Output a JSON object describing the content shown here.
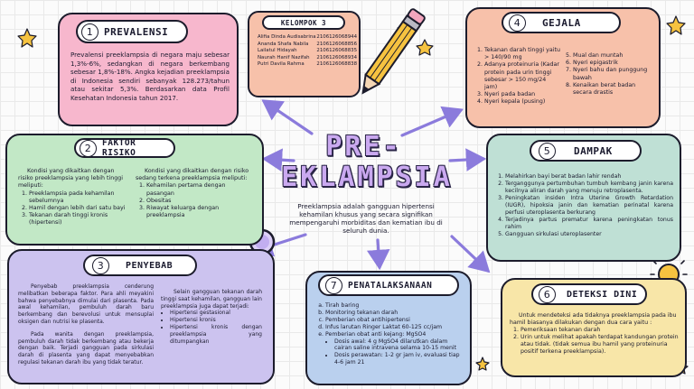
{
  "center": {
    "title1": "PRE-",
    "title2": "EKLAMPSIA",
    "desc": "Preeklampsia adalah gangguan hipertensi kehamilan khusus yang secara signifikan mempengaruhi morbiditas dan kematian ibu di seluruh dunia."
  },
  "prevalensi": {
    "num": "1",
    "title": "PREVALENSI",
    "text": "Prevalensi preeklampsia di negara maju sebesar 1,3%-6%, sedangkan di negara berkembang sebesar 1,8%-18%. Angka kejadian preeklampsia di Indonesia sendiri sebanyak 128.273/tahun atau sekitar 5,3%. Berdasarkan data Profil Kesehatan Indonesia tahun 2017."
  },
  "kelompok": {
    "title": "KELOMPOK 3",
    "members": [
      {
        "name": "Alifia Dinda Audisabrina",
        "nim": "2106126068944"
      },
      {
        "name": "Ananda Shafa Nabila",
        "nim": "2106126068856"
      },
      {
        "name": "Lailatul Hidayah",
        "nim": "2106126068835"
      },
      {
        "name": "Naurah Hanif Nazifah",
        "nim": "2106126068934"
      },
      {
        "name": "Putri Davila Rahma",
        "nim": "2106126068838"
      }
    ]
  },
  "gejala": {
    "num": "4",
    "title": "GEJALA",
    "left": [
      "Tekanan darah tinggi yaitu > 140/90 mg",
      "Adanya proteinuria (Kadar protein pada urin tinggi sebesar > 150 mg/24 jam)",
      "Nyeri pada badan",
      "Nyeri kepala (pusing)"
    ],
    "right": [
      "Mual dan muntah",
      "Nyeri epigastrik",
      "Nyeri bahu dan punggung bawah",
      "Kenaikan berat badan secara drastis"
    ]
  },
  "faktor": {
    "num": "2",
    "title": "FAKTOR RISIKO",
    "left_intro": "Kondisi yang dikaitkan dengan risiko preeklampsia yang lebih tinggi meliputi:",
    "left": [
      "Preeklampsia pada kehamilan sebelumnya",
      "Hamil dengan lebih dari satu bayi",
      "Tekanan darah tinggi kronis (hipertensi)"
    ],
    "right_intro": "Kondisi yang dikaitkan dengan risiko sedang terkena preeklampsia meliputi:",
    "right": [
      "Kehamilan pertama dengan pasangan",
      "Obesitas",
      "Riwayat keluarga dengan preeklampsia"
    ]
  },
  "dampak": {
    "num": "5",
    "title": "DAMPAK",
    "items": [
      "Melahirkan bayi berat badan lahir rendah",
      "Terganggunya pertumbuhan tumbuh kembang janin karena kecilnya aliran darah yang menuju retroplasenta.",
      "Peningkatan insiden Intra Uterine Growth Retardation (IUGR), hipoksia janin dan kematian perinatal karena perfusi uteroplasenta berkurang",
      "Terjadinya partus prematur karena peningkatan tonus rahim",
      "Gangguan sirkulasi uteroplasenter"
    ]
  },
  "penyebab": {
    "num": "3",
    "title": "PENYEBAB",
    "p1": "Penyebab preeklampsia cenderung melibatkan beberapa faktor. Para ahli meyakini bahwa penyebabnya dimulai dari plasenta. Pada awal kehamilan, pembuluh darah baru berkembang dan berevolusi untuk mensuplai oksigen dan nutrisi ke plasenta.",
    "p2": "Pada wanita dengan preeklampsia, pembuluh darah tidak berkembang atau bekerja dengan baik. Terjadi gangguan pada sirkulasi darah di plasenta yang dapat menyebabkan regulasi tekanan darah ibu yang tidak teratur.",
    "right_intro": "Selain gangguan tekanan darah tinggi saat kehamilan, gangguan lain preeklampsia juga dapat terjadi:",
    "right": [
      "Hipertensi gestasional",
      "Hipertensi kronis",
      "Hipertensi kronis dengan preeklampsia yang ditumpangkan"
    ]
  },
  "penatalaksanaan": {
    "num": "7",
    "title": "PENATALAKSANAAN",
    "items": [
      "Tirah baring",
      "Monitoring tekanan darah",
      "Pemberian obat antihipertensi",
      "Infus larutan Ringer Laktat 60-125 cc/jam",
      "Pemberian obat anti kejang: MgSO4"
    ],
    "sub": [
      "Dosis awal: 4 g MgSO4 dilarutkan dalam cairan saline intravena selama 10-15 menit",
      "Dosis perawatan: 1-2 gr jam iv, evaluasi tiap 4-6 jam 21"
    ]
  },
  "deteksi": {
    "num": "6",
    "title": "DETEKSI DINI",
    "intro": "Untuk mendeteksi ada tidaknya preeklampsia pada ibu hamil biasanya dilakukan dengan dua cara yaitu :",
    "items": [
      "Pemeriksaan tekanan darah",
      "Urin untuk melihat apakah terdapat kandungan protein atau tidak. (tidak semua ibu hamil yang proteinuria positif terkena preeklampsia)."
    ]
  },
  "colors": {
    "pink": "#f7b7cd",
    "peach": "#f7c1aa",
    "green": "#c2e8c6",
    "mint": "#bfe0d5",
    "lavender": "#ccc3ef",
    "blue": "#bad0ee",
    "yellow": "#f8e6a8",
    "purple": "#caa9f0",
    "arrow": "#8b7bdc"
  }
}
